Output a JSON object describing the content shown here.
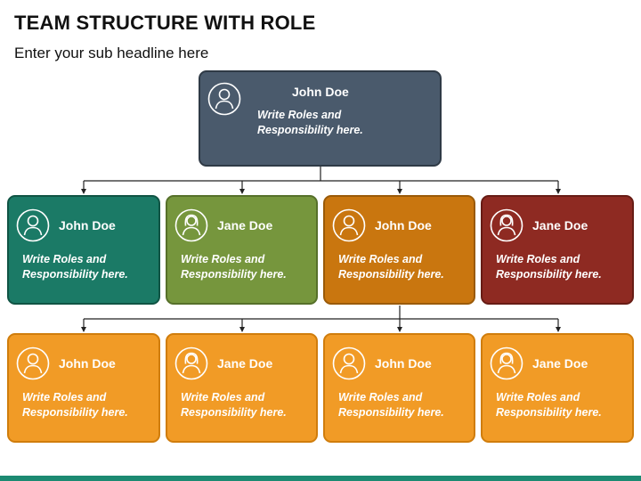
{
  "header": {
    "title": "TEAM STRUCTURE WITH ROLE",
    "subtitle": "Enter your sub headline here"
  },
  "colors": {
    "top": {
      "fill": "#4a5a6c",
      "border": "#2f3a46"
    },
    "teal": {
      "fill": "#1b7a66",
      "border": "#105444"
    },
    "olive": {
      "fill": "#76963d",
      "border": "#56702a"
    },
    "amber": {
      "fill": "#c9760f",
      "border": "#9a5a08"
    },
    "crimson": {
      "fill": "#8e2a22",
      "border": "#671c15"
    },
    "orange": {
      "fill": "#f19b26",
      "border": "#d07d0c"
    },
    "bottom_bar": "#1c8a72"
  },
  "top": {
    "name": "John Doe",
    "role_line1": "Write Roles and",
    "role_line2": "Responsibility here.",
    "icon": "person-icon"
  },
  "level2": [
    {
      "name": "John Doe",
      "role_line1": "Write Roles and",
      "role_line2": "Responsibility here.",
      "icon": "person-icon"
    },
    {
      "name": "Jane Doe",
      "role_line1": "Write Roles and",
      "role_line2": "Responsibility here.",
      "icon": "person-female-icon"
    },
    {
      "name": "John Doe",
      "role_line1": "Write Roles and",
      "role_line2": "Responsibility here.",
      "icon": "person-icon"
    },
    {
      "name": "Jane Doe",
      "role_line1": "Write Roles and",
      "role_line2": "Responsibility here.",
      "icon": "person-female-icon"
    }
  ],
  "level3": [
    {
      "name": "John Doe",
      "role_line1": "Write Roles and",
      "role_line2": "Responsibility here.",
      "icon": "person-icon"
    },
    {
      "name": "Jane Doe",
      "role_line1": "Write Roles and",
      "role_line2": "Responsibility here.",
      "icon": "person-female-icon"
    },
    {
      "name": "John Doe",
      "role_line1": "Write Roles and",
      "role_line2": "Responsibility here.",
      "icon": "person-icon"
    },
    {
      "name": "Jane Doe",
      "role_line1": "Write Roles and",
      "role_line2": "Responsibility here.",
      "icon": "person-female-icon"
    }
  ]
}
